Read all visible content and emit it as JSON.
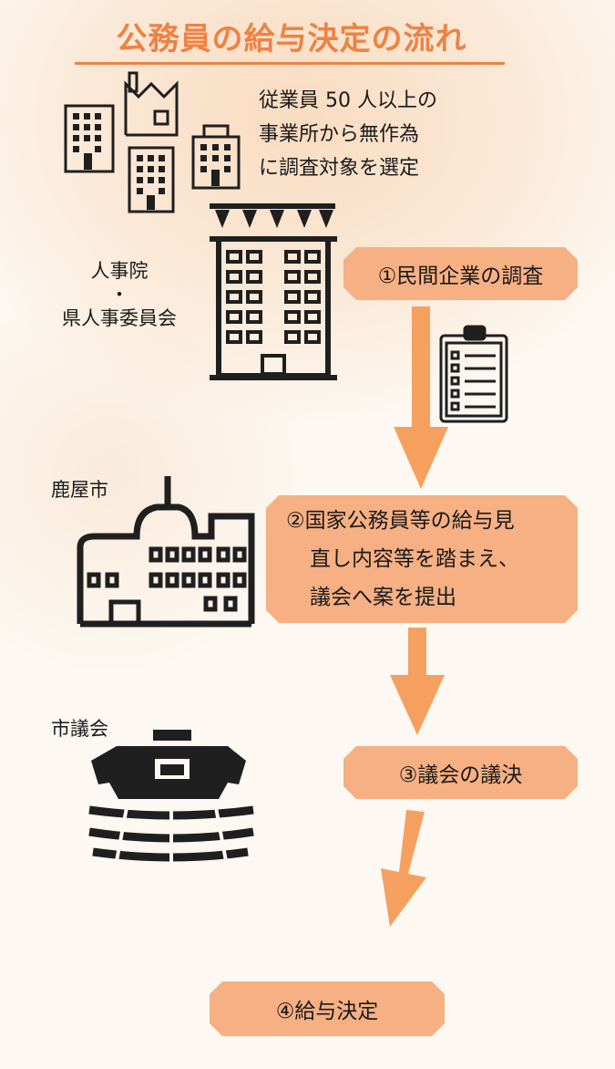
{
  "title": "公務員の給与決定の流れ",
  "description": [
    "従業員 50 人以上の",
    "事業所から無作為",
    "に調査対象を選定"
  ],
  "agency": {
    "line1": "人事院",
    "dot": "・",
    "line2": "県人事委員会"
  },
  "city_label": "鹿屋市",
  "council_label": "市議会",
  "steps": {
    "s1": "①民間企業の調査",
    "s2": [
      "②国家公務員等の給与見",
      "直し内容等を踏まえ、",
      "議会へ案を提出"
    ],
    "s3": "③議会の議決",
    "s4": "④給与決定"
  },
  "colors": {
    "accent": "#ee8244",
    "step_fill": "#f7b083",
    "arrow": "#f6a060",
    "icon": "#1f1f1f"
  },
  "icons": [
    "office-building-icon",
    "factory-icon",
    "government-tower-icon",
    "clipboard-checklist-icon",
    "city-hall-icon",
    "assembly-hall-icon"
  ]
}
